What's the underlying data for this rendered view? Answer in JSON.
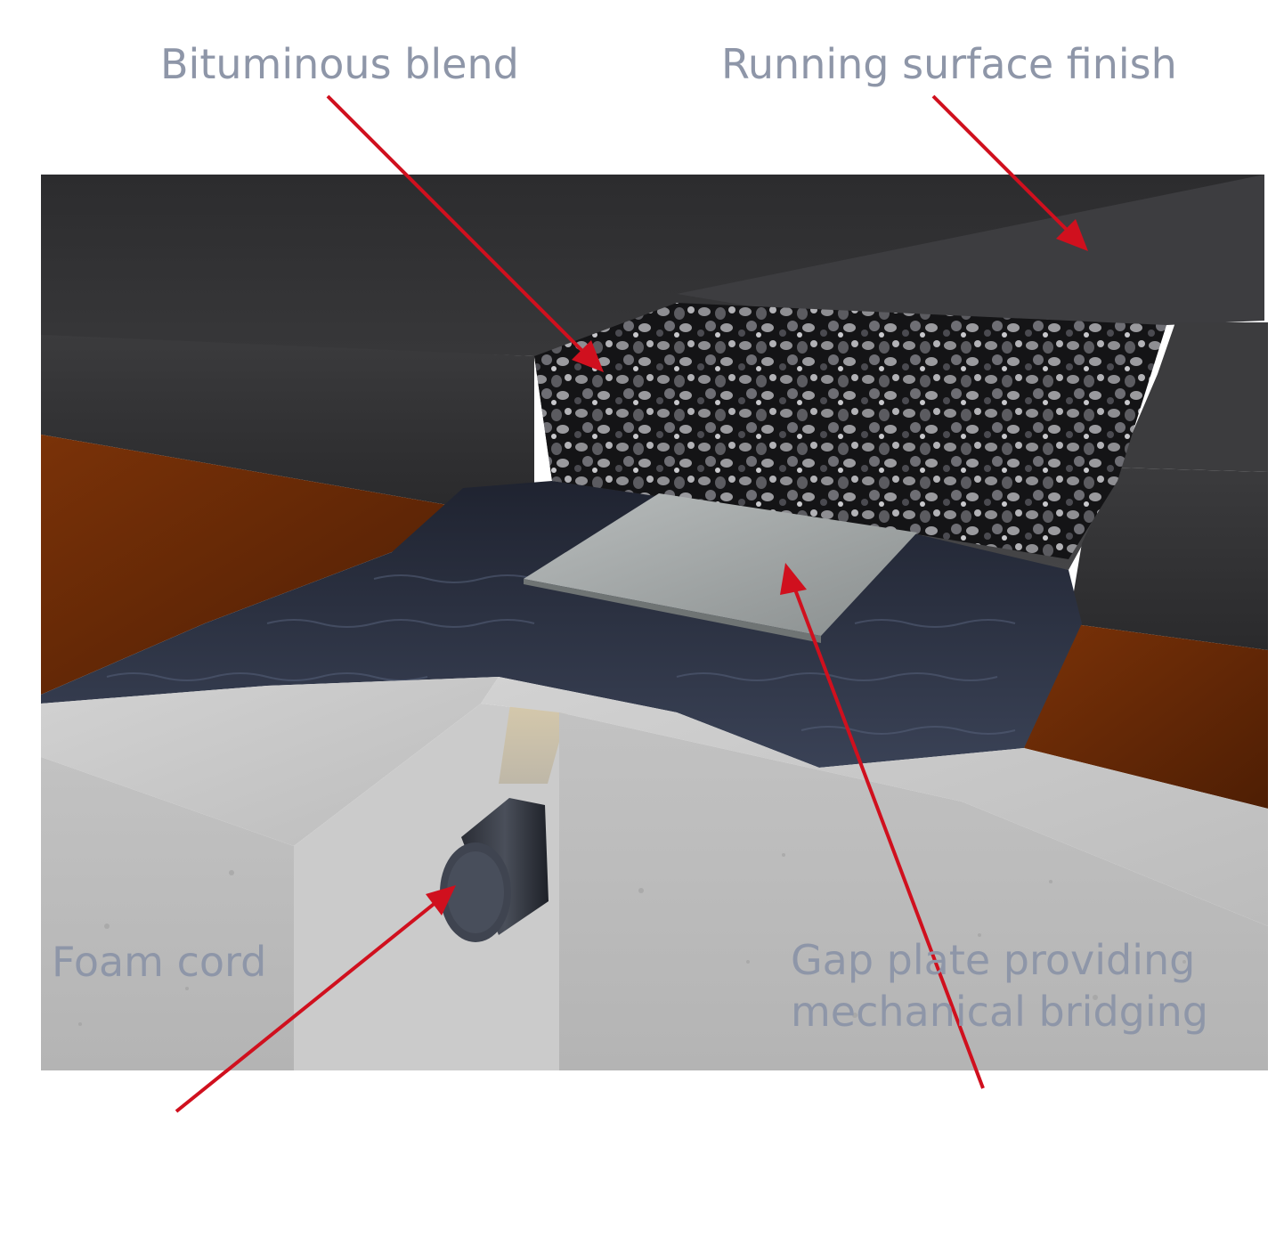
{
  "labels": {
    "bituminous_blend": "Bituminous blend",
    "running_surface_finish": "Running surface finish",
    "foam_cord": "Foam cord",
    "gap_plate_line1": "Gap plate providing",
    "gap_plate_line2": "mechanical bridging"
  },
  "colors": {
    "label_text": "#8e96a8",
    "arrow": "#d0101e",
    "asphalt": "#3a3a3c",
    "concrete": "#c4c4c4",
    "membrane": "#6b2a08",
    "waterproofing": "#2a2f3d",
    "gap_plate": "#9ea2a2"
  }
}
